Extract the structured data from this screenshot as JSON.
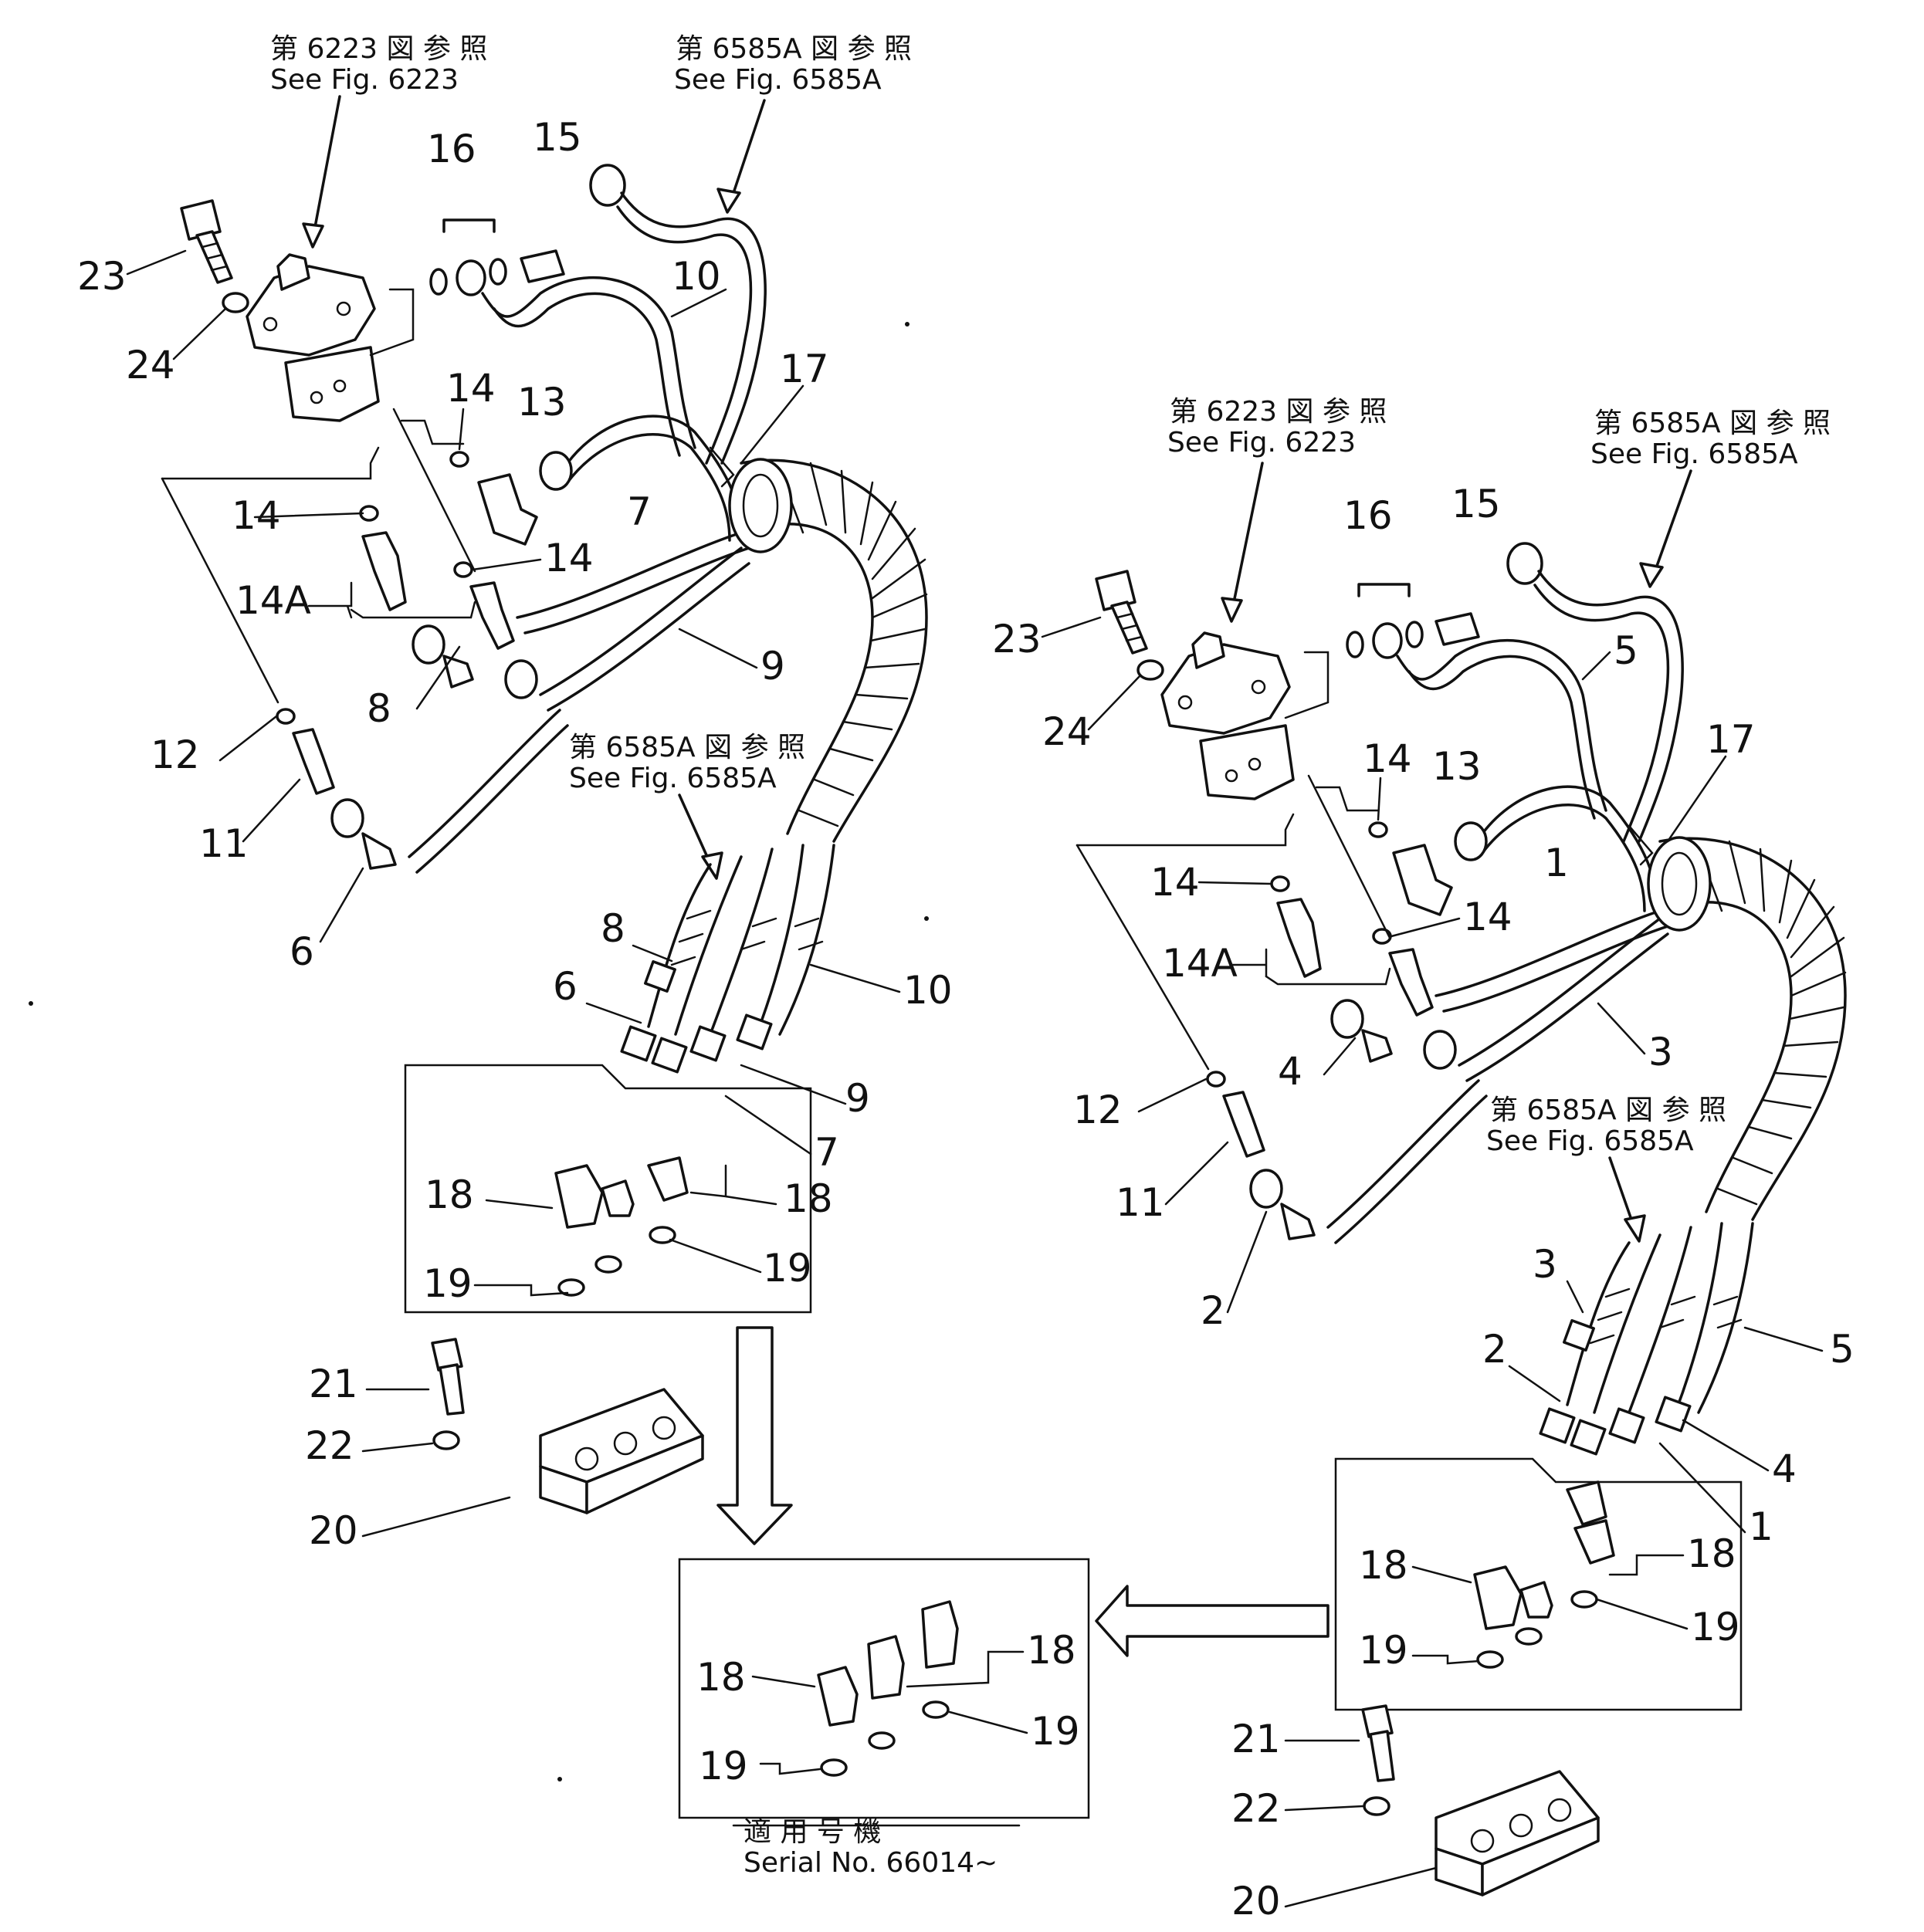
{
  "references": {
    "fig6223_jp": "第 6223 図 参 照",
    "fig6223_en": "See Fig. 6223",
    "fig6585a_jp": "第 6585A 図 参 照",
    "fig6585a_en": "See Fig. 6585A"
  },
  "serial_note": {
    "jp": "適 用 号 機",
    "en": "Serial No. 66014~"
  },
  "callouts": {
    "n1": "1",
    "n2": "2",
    "n3": "3",
    "n4": "4",
    "n5": "5",
    "n6": "6",
    "n7": "7",
    "n8": "8",
    "n9": "9",
    "n10": "10",
    "n11": "11",
    "n12": "12",
    "n13": "13",
    "n14": "14",
    "n14a": "14A",
    "n15": "15",
    "n16": "16",
    "n17": "17",
    "n18": "18",
    "n19": "19",
    "n20": "20",
    "n21": "21",
    "n22": "22",
    "n23": "23",
    "n24": "24"
  }
}
